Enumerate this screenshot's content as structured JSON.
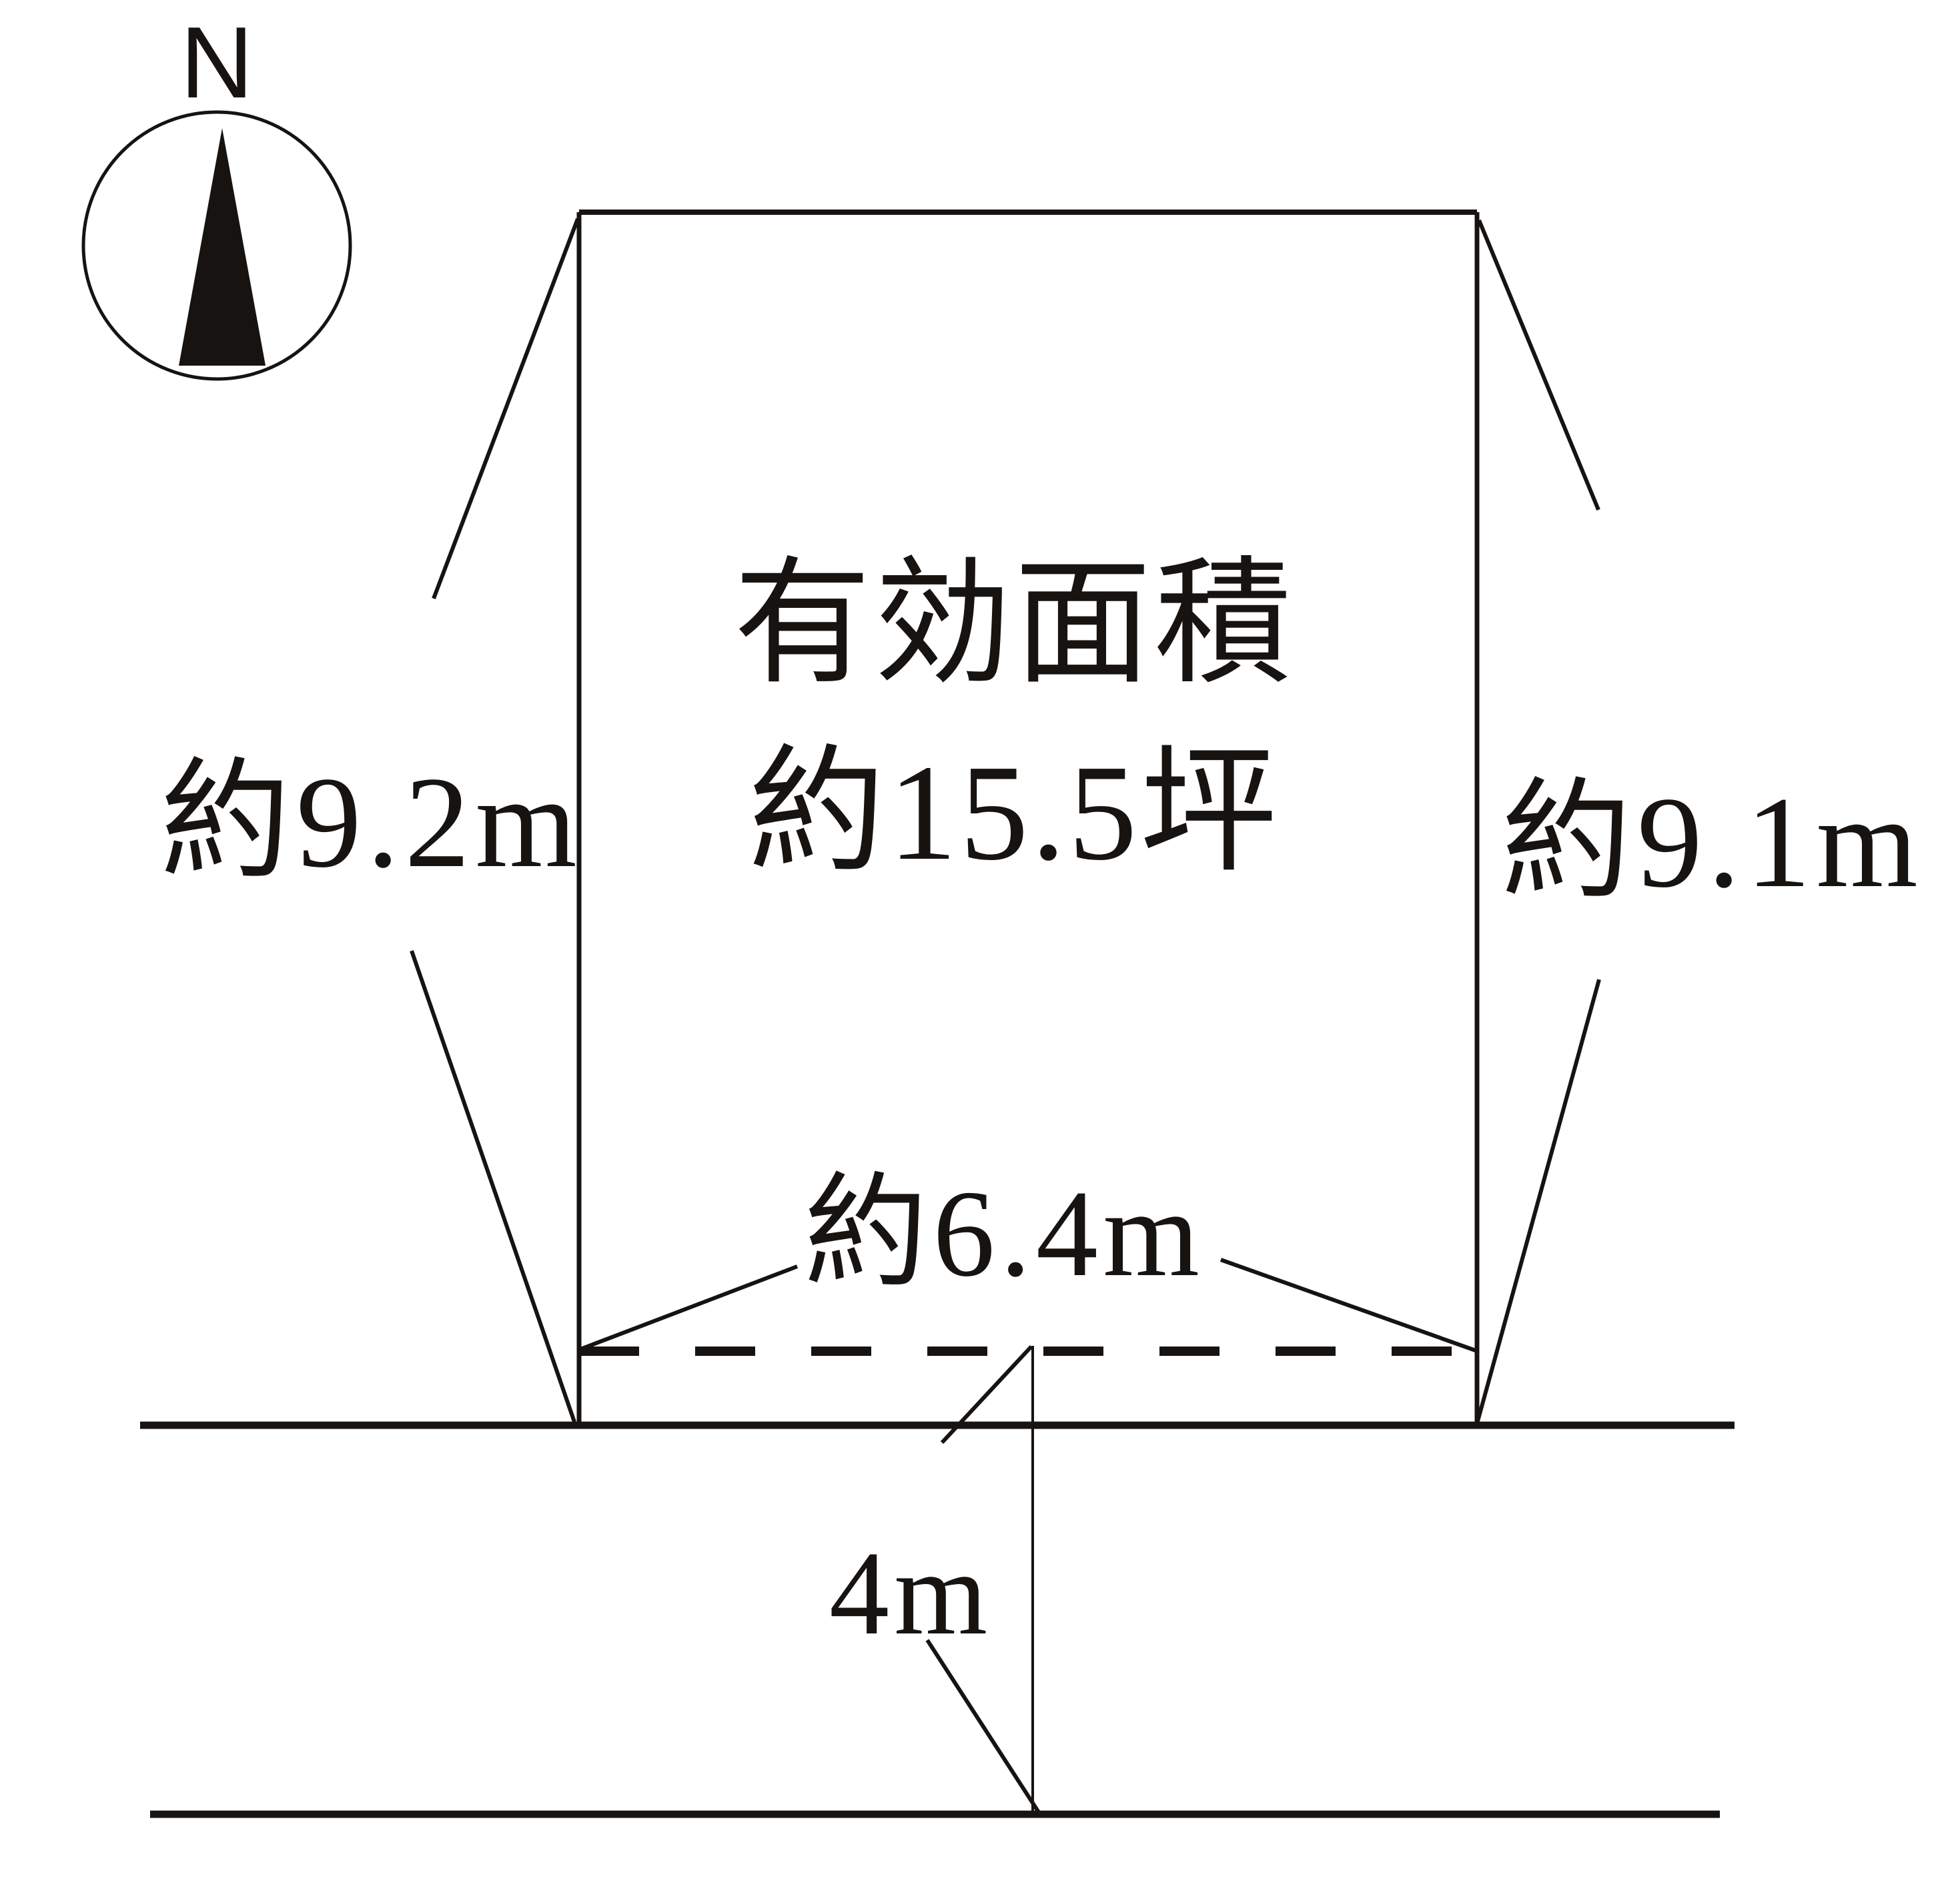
{
  "figure": {
    "type": "land-plot-survey-diagram",
    "background_color": "#ffffff",
    "ink_color": "#171310",
    "compass": {
      "north_label": "N"
    },
    "labels": {
      "area_line1": "有効面積",
      "area_line2": "約15.5坪",
      "side_left": "約9.2m",
      "side_right": "約9.1m",
      "frontage": "約6.4m",
      "road_width": "4m"
    }
  }
}
